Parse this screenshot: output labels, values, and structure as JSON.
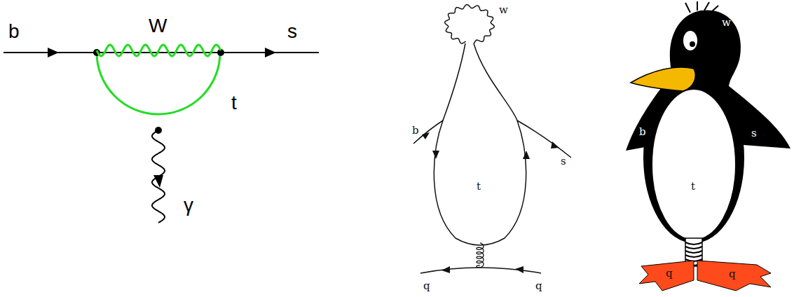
{
  "diagram": {
    "labels": [
      "b",
      "W",
      "s",
      "t",
      "γ",
      "w",
      "b",
      "s",
      "t",
      "q",
      "q",
      "w",
      "b",
      "s",
      "t",
      "q",
      "q"
    ]
  }
}
